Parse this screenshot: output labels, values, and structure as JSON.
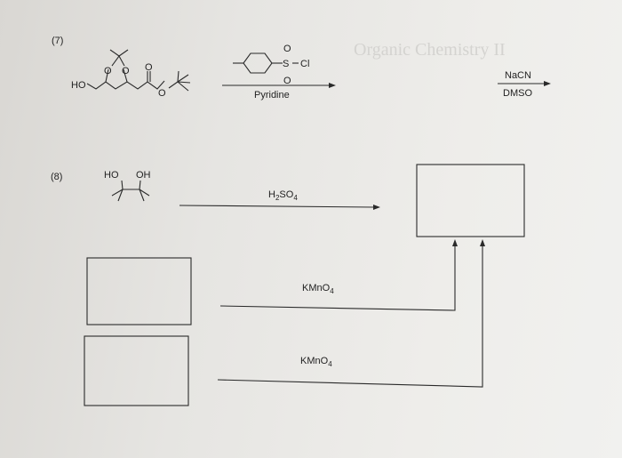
{
  "background_showthrough": "Organic Chemistry II",
  "problem7": {
    "number": "(7)",
    "starting_material": {
      "hydroxyl_label": "HO",
      "ring_oxygens": [
        "O",
        "O"
      ],
      "carbonyl_oxygen": "O",
      "ester_oxygen": "O"
    },
    "reagent1": {
      "sulfonyl_oxygens": [
        "O",
        "O"
      ],
      "sulfur": "S",
      "chloride": "Cl",
      "solvent": "Pyridine"
    },
    "reagent2": {
      "above": "NaCN",
      "below": "DMSO"
    }
  },
  "problem8": {
    "number": "(8)",
    "diol_labels": [
      "HO",
      "OH"
    ],
    "acid_reagent": {
      "main": "H",
      "sub1": "2",
      "mid": "SO",
      "sub2": "4"
    },
    "oxidant1": {
      "main": "KMnO",
      "sub": "4"
    },
    "oxidant2": {
      "main": "KMnO",
      "sub": "4"
    }
  }
}
